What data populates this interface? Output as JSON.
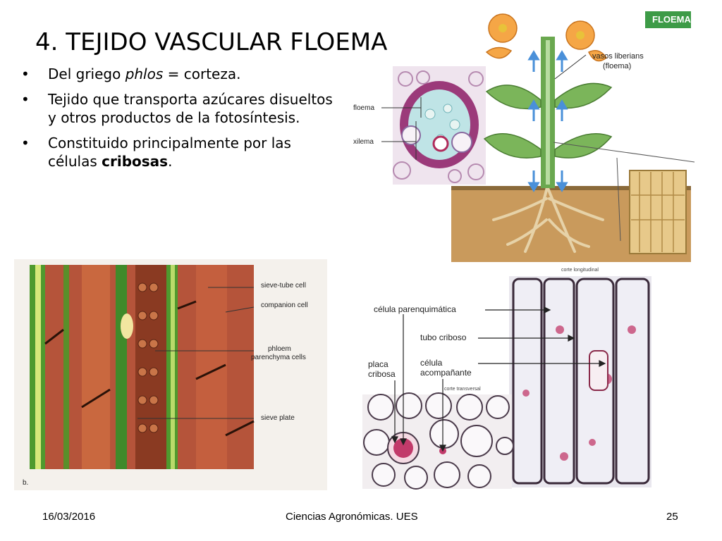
{
  "slide": {
    "title": "4. TEJIDO VASCULAR FLOEMA",
    "bullets": [
      {
        "parts": [
          {
            "text": "Del griego ",
            "style": "normal"
          },
          {
            "text": "phlos",
            "style": "italic"
          },
          {
            "text": " = corteza.",
            "style": "normal"
          }
        ]
      },
      {
        "parts": [
          {
            "text": "Tejido que transporta azúcares disueltos y otros productos de la fotosíntesis.",
            "style": "normal"
          }
        ]
      },
      {
        "parts": [
          {
            "text": "Constituido principalmente por las células ",
            "style": "normal"
          },
          {
            "text": "cribosas",
            "style": "bold"
          },
          {
            "text": ".",
            "style": "normal"
          }
        ]
      }
    ]
  },
  "plant_figure": {
    "badge": "FLOEMA",
    "vessel_label_line1": "vasos liberians",
    "vessel_label_line2": "(floema)",
    "floema_label": "floema",
    "xilema_label": "xilema"
  },
  "sieve_figure": {
    "label_sieve_tube": "sieve-tube cell",
    "label_companion": "companion cell",
    "label_parenchyma_line1": "phloem",
    "label_parenchyma_line2": "parenchyma cells",
    "label_sieve_plate": "sieve plate",
    "panel_letter": "b."
  },
  "micro_figure": {
    "corte_longitudinal": "corte longitudinal",
    "corte_transversal": "corte transversal",
    "label_parenquimatica": "célula parenquimática",
    "label_tubo": "tubo criboso",
    "label_celula": "célula",
    "label_acompanante": "acompañante",
    "label_placa": "placa",
    "label_cribosa": "cribosa"
  },
  "footer": {
    "date": "16/03/2016",
    "course": "Ciencias Agronómicas. UES",
    "page": "25"
  },
  "colors": {
    "badge_green": "#3d9b47",
    "stem_green": "#6aa84f",
    "petal_orange": "#f5a646",
    "soil_brown": "#c99a5c",
    "arrow_blue": "#4a90d9",
    "tissue_red": "#b5543a",
    "tissue_green": "#4f9a2e",
    "stain_magenta": "#c23a6a"
  }
}
